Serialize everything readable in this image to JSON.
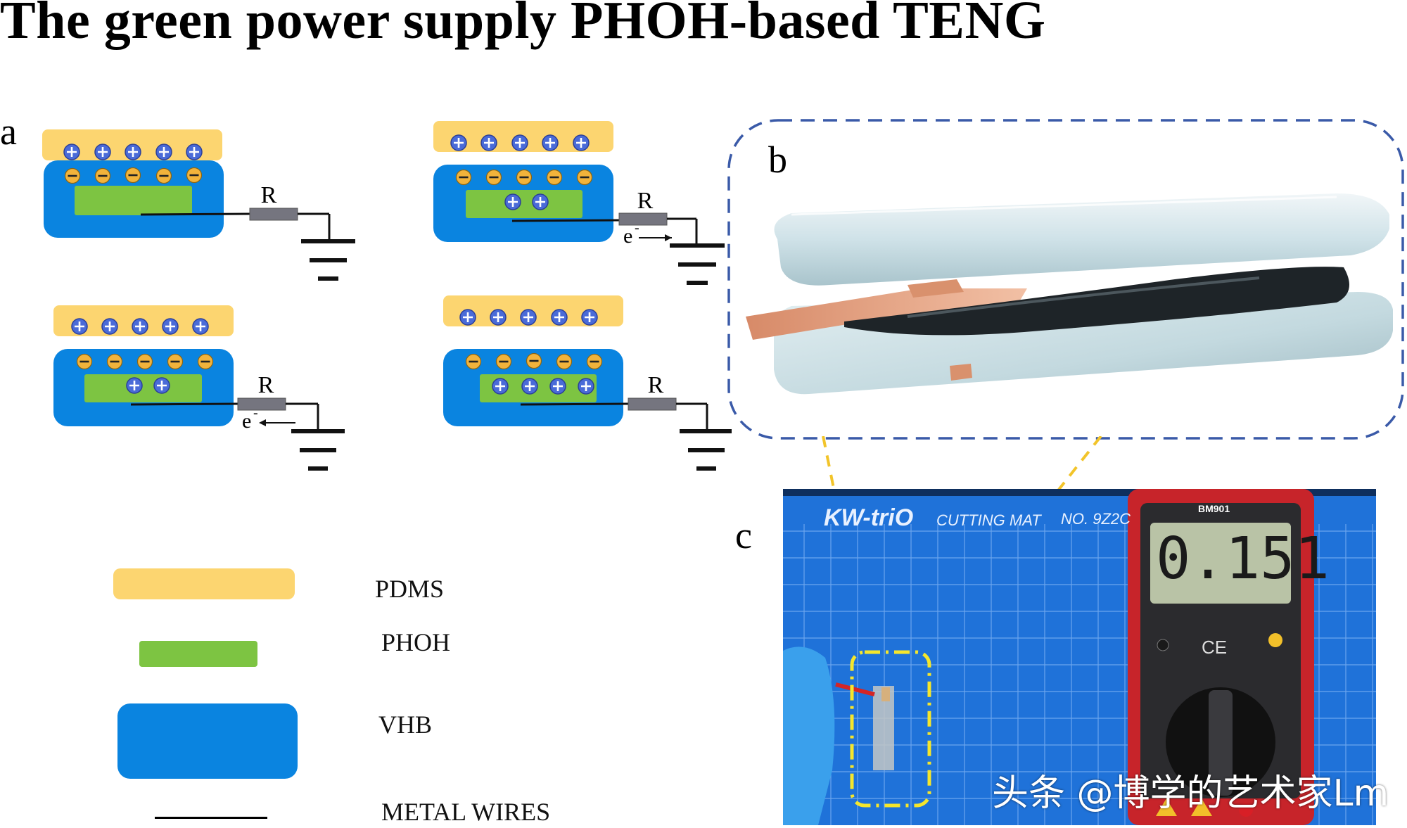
{
  "title": "The green power supply PHOH-based TENG",
  "panels": {
    "a": "a",
    "b": "b",
    "c": "c"
  },
  "circuit": {
    "resistor_label": "R",
    "electron_label": "e",
    "electron_sup": "-"
  },
  "legend": [
    {
      "label": "PDMS",
      "color": "#fcd570"
    },
    {
      "label": "PHOH",
      "color": "#7dc442"
    },
    {
      "label": "VHB",
      "color": "#0a84e0"
    },
    {
      "label": "METAL WIRES",
      "color": "#000000"
    }
  ],
  "photo_c": {
    "mat_brand": "KW-triO",
    "mat_text": "CUTTING MAT",
    "mat_no": "NO. 9Z2C",
    "multimeter_model": "BM901",
    "multimeter_reading": "0.151",
    "ce_mark": "CE"
  },
  "watermark": "头条 @博学的艺术家Lm",
  "colors": {
    "pdms": "#fcd570",
    "phoh": "#7dc442",
    "vhb": "#0a84e0",
    "plus_ion": "#4a6bd8",
    "minus_ion": "#f2b33b"
  }
}
